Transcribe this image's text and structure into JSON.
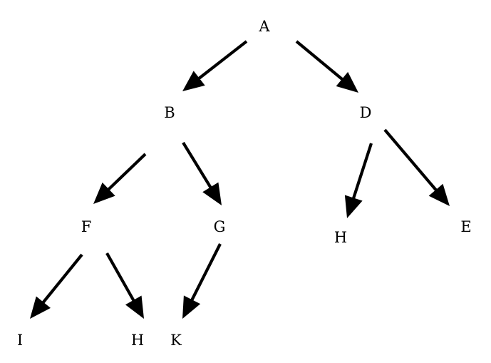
{
  "diagram": {
    "type": "tree",
    "nodes": [
      {
        "id": "A",
        "label": "A"
      },
      {
        "id": "B",
        "label": "B"
      },
      {
        "id": "D",
        "label": "D"
      },
      {
        "id": "F",
        "label": "F"
      },
      {
        "id": "G",
        "label": "G"
      },
      {
        "id": "H1",
        "label": "H"
      },
      {
        "id": "E",
        "label": "E"
      },
      {
        "id": "I",
        "label": "I"
      },
      {
        "id": "H2",
        "label": "H"
      },
      {
        "id": "K",
        "label": "K"
      }
    ],
    "edges": [
      {
        "from": "A",
        "to": "B"
      },
      {
        "from": "A",
        "to": "D"
      },
      {
        "from": "B",
        "to": "F"
      },
      {
        "from": "B",
        "to": "G"
      },
      {
        "from": "D",
        "to": "H1"
      },
      {
        "from": "D",
        "to": "E"
      },
      {
        "from": "F",
        "to": "I"
      },
      {
        "from": "F",
        "to": "H2"
      },
      {
        "from": "G",
        "to": "K"
      }
    ],
    "colors": {
      "background": "#ffffff",
      "ink": "#000000"
    }
  }
}
